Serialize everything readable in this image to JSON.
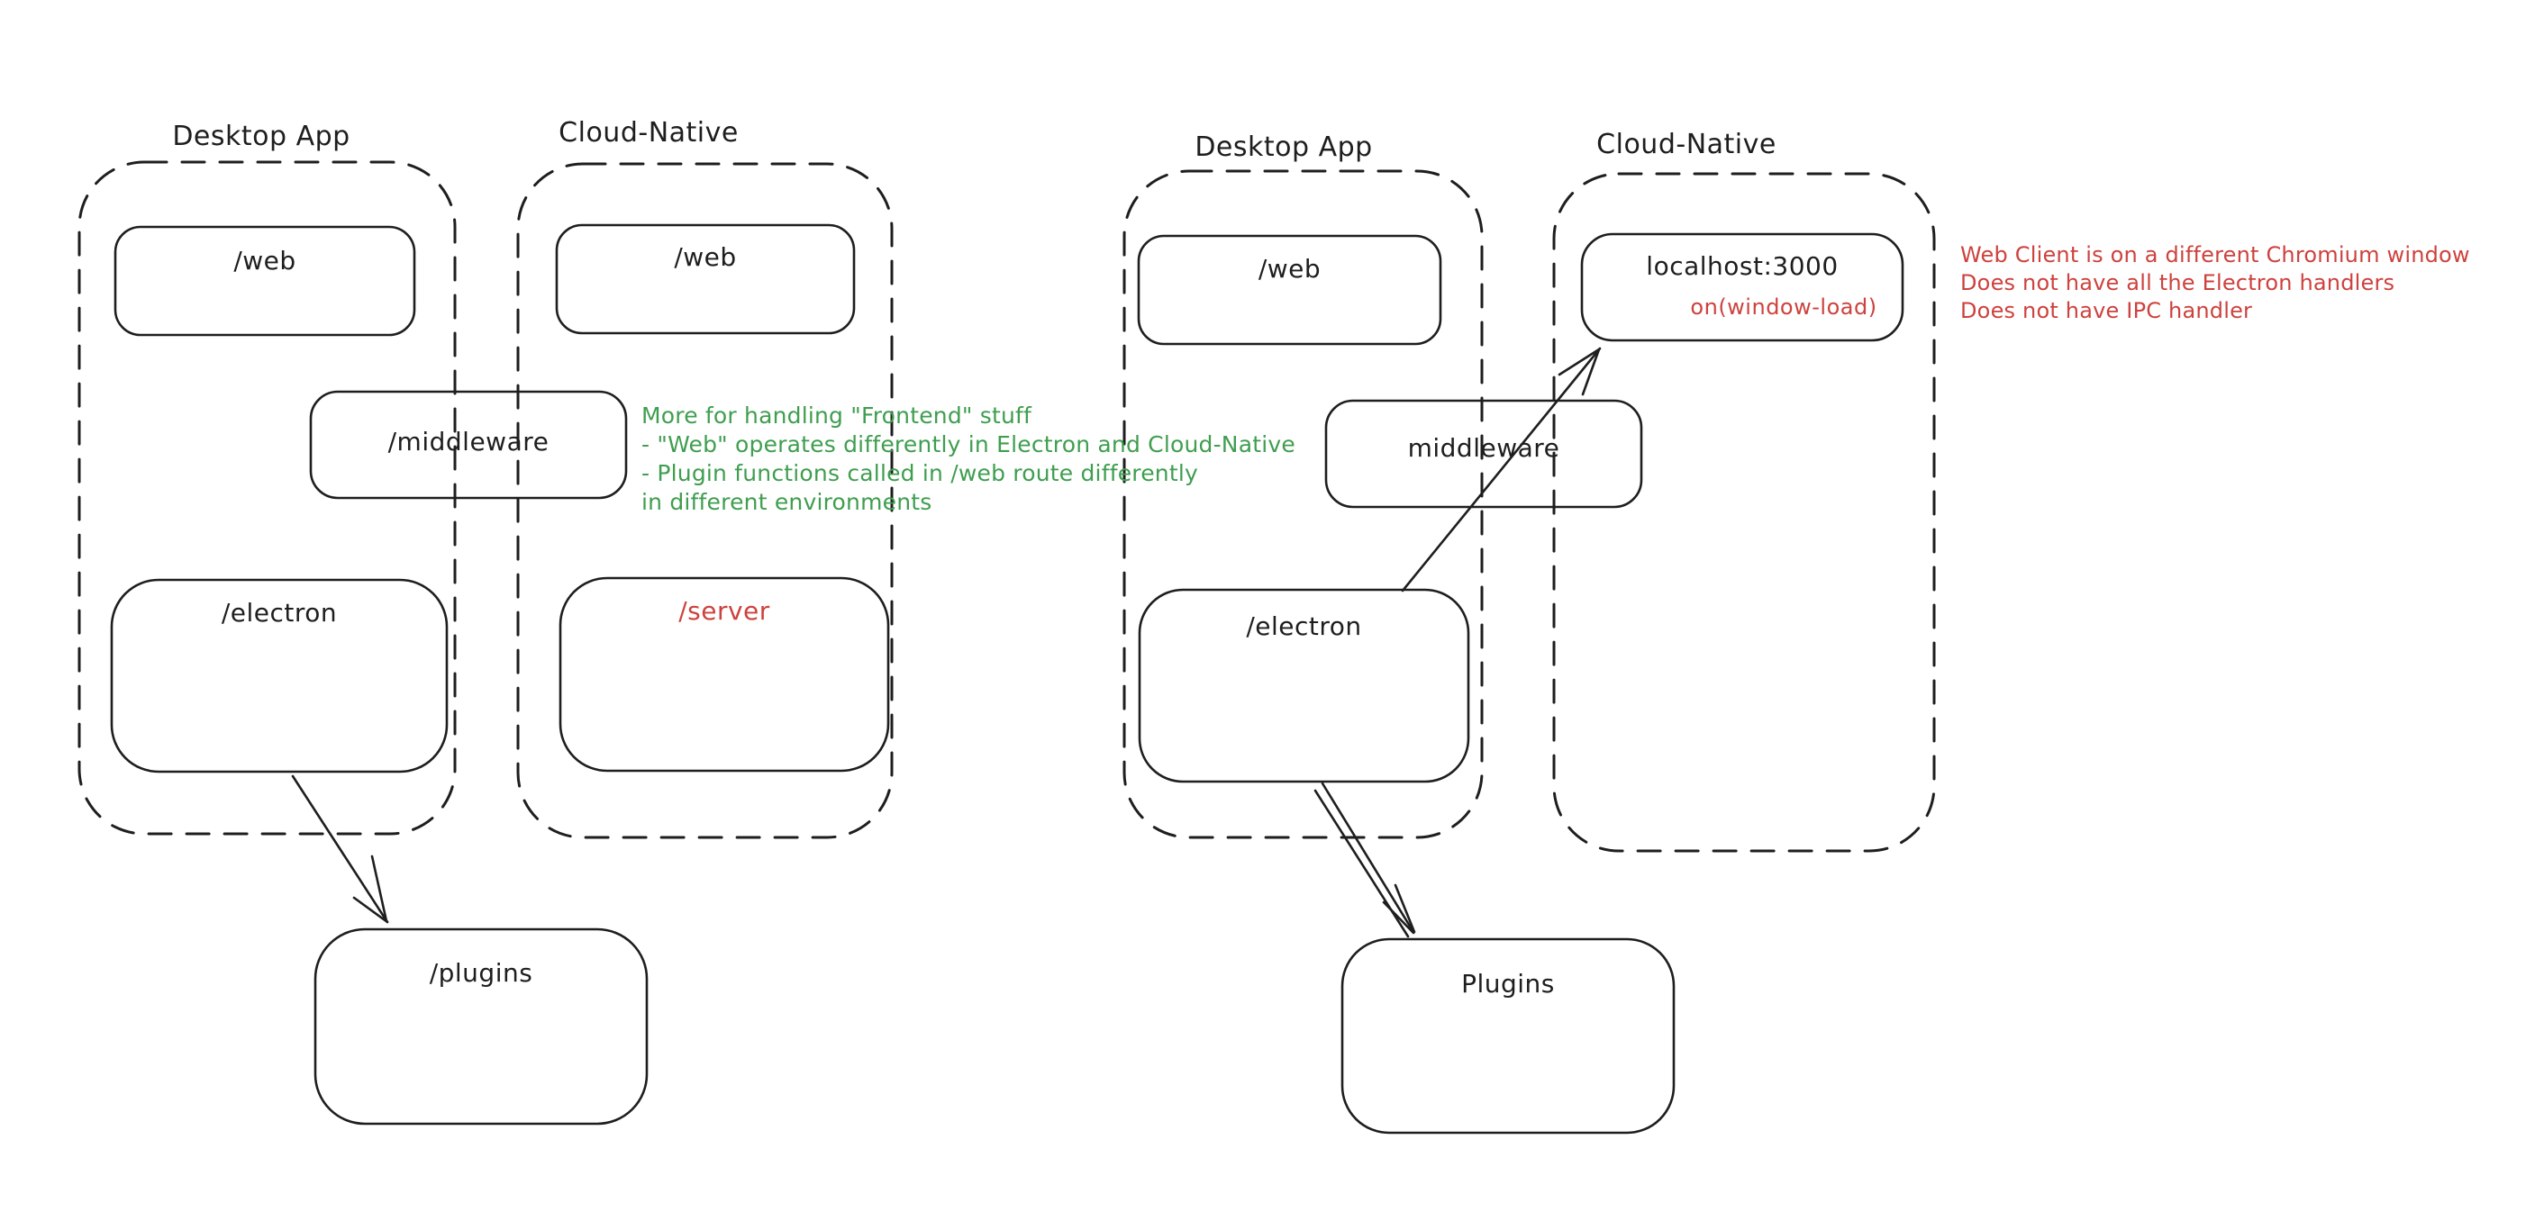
{
  "left": {
    "desktop_label": "Desktop App",
    "cloud_label": "Cloud-Native",
    "web_desktop_label": "/web",
    "web_cloud_label": "/web",
    "middleware_label": "/middleware",
    "electron_label": "/electron",
    "server_label": "/server",
    "plugins_label": "/plugins",
    "green_note": {
      "line1": "More for handling \"Frontend\" stuff",
      "line2": "- \"Web\" operates differently in Electron and Cloud-Native",
      "line3": "- Plugin functions called in /web route differently",
      "line4": "in different environments"
    }
  },
  "right": {
    "desktop_label": "Desktop App",
    "cloud_label": "Cloud-Native",
    "web_label": "/web",
    "localhost_label": "localhost:3000",
    "window_load_label": "on(window-load)",
    "middleware_label": "middleware",
    "electron_label": "/electron",
    "plugins_label": "Plugins",
    "red_note": {
      "line1": "Web Client is on a different Chromium window",
      "line2": "Does not have all the Electron handlers",
      "line3": "Does not have IPC handler"
    }
  },
  "colors": {
    "ink": "#1e1e1e",
    "red": "#cd423e",
    "green": "#3f9e4f",
    "background": "#ffffff"
  }
}
